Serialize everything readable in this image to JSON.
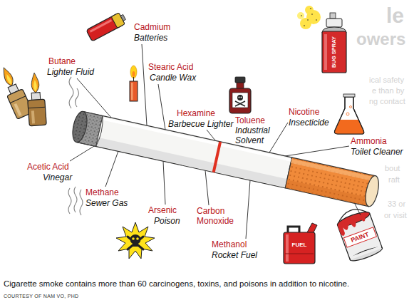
{
  "diagram": {
    "caption": "Cigarette smoke contains more than 60 carcinogens, toxins, and poisons in addition to nicotine.",
    "labels": [
      "Butane",
      "Lighter Fluid",
      "Cadmium",
      "Batteries",
      "Stearic Acid",
      "Candle Wax",
      "Hexamine",
      "Barbecue Lighter",
      "Toluene",
      "Industrial Solvent",
      "Nicotine",
      "Insecticide",
      "Ammonia",
      "Toilet Cleaner",
      "Acetic Acid",
      "Vinegar",
      "Methane",
      "Sewer Gas",
      "Arsenic",
      "Poison",
      "Carbon Monoxide",
      "Methanol",
      "Rocket Fuel",
      "BUG SPRAY",
      "FUEL",
      "PAINT",
      "le",
      "owers",
      "ical safety",
      "e than by",
      "ng contact",
      "bout",
      "raft",
      "33 or",
      "or visit",
      "COURTESY OF NAM VO, PHD"
    ]
  }
}
